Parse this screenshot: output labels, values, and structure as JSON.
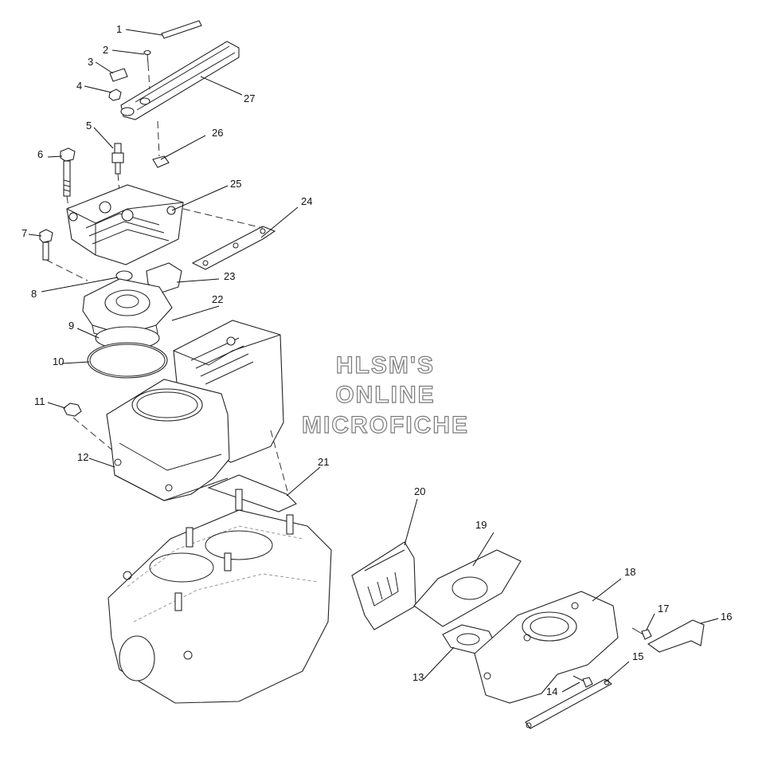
{
  "watermark": {
    "line1": "HLSM'S",
    "line2": "ONLINE",
    "line3": "MICROFICHE"
  },
  "callouts": [
    "1",
    "2",
    "3",
    "4",
    "5",
    "6",
    "7",
    "8",
    "9",
    "10",
    "11",
    "12",
    "13",
    "14",
    "15",
    "16",
    "17",
    "18",
    "19",
    "20",
    "21",
    "22",
    "23",
    "24",
    "25",
    "26",
    "27"
  ]
}
